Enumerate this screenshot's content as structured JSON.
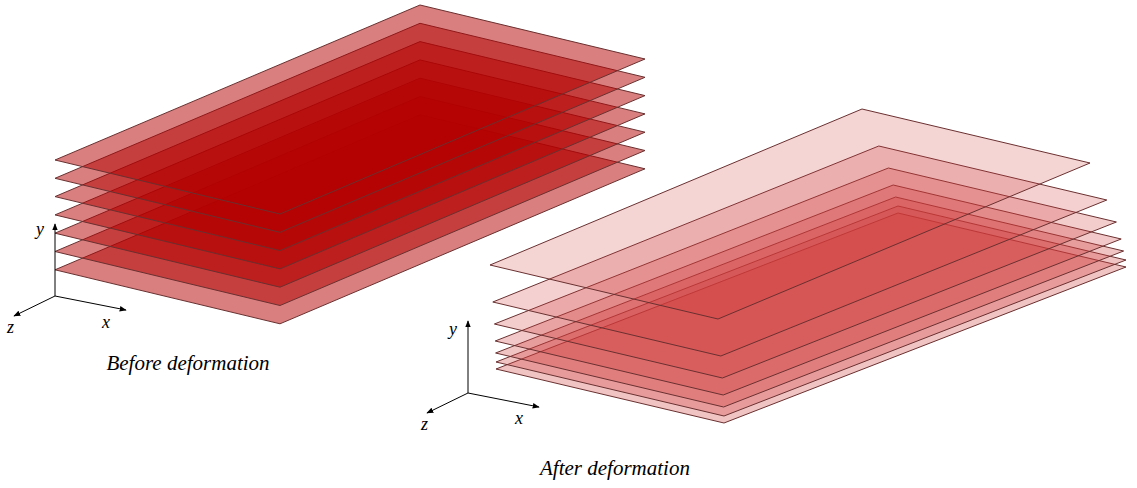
{
  "diagram": {
    "labels": [
      "y",
      "z",
      "x",
      "Before deformation",
      "y",
      "z",
      "x",
      "After deformation"
    ]
  }
}
